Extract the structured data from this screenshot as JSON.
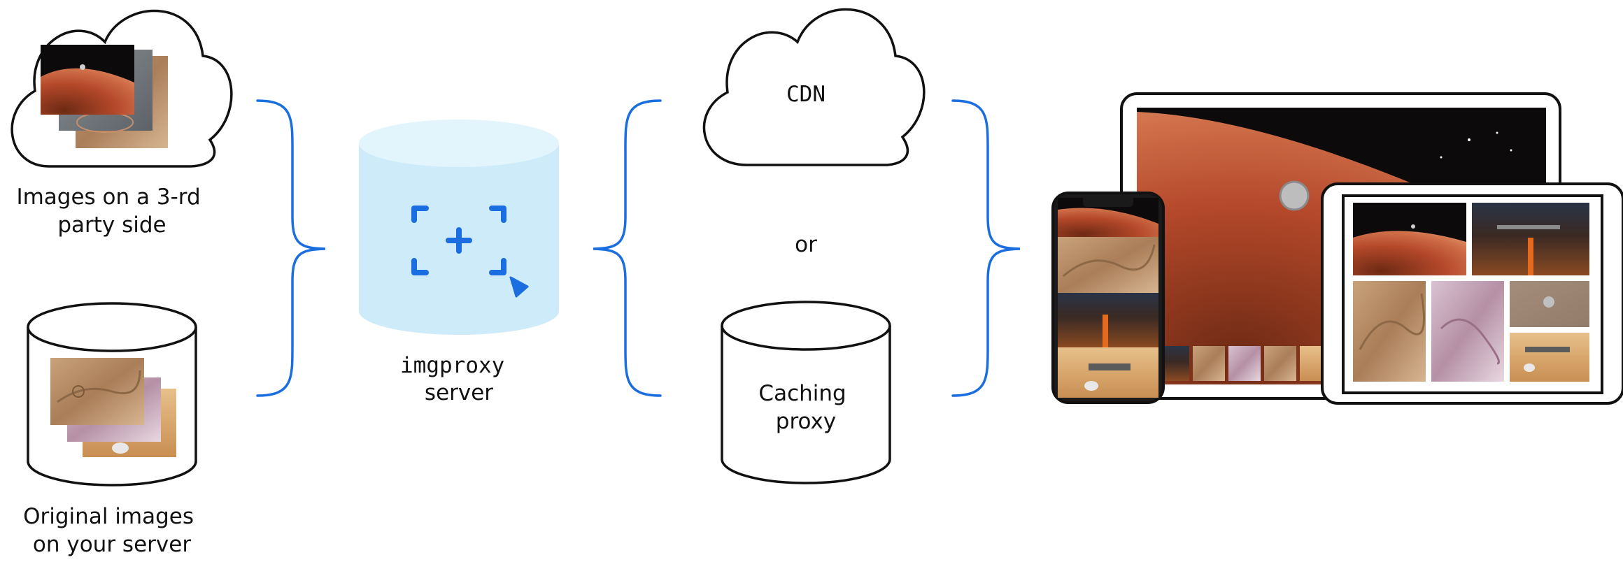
{
  "sources": {
    "third_party_label": [
      "Images on a 3-rd",
      "party side"
    ],
    "own_server_label": [
      "Original images",
      "on your server"
    ]
  },
  "imgproxy": {
    "label_line1": "imgproxy",
    "label_line2": "server"
  },
  "caching": {
    "cdn_label": "CDN",
    "or_label": "or",
    "proxy_label": [
      "Caching",
      "proxy"
    ]
  },
  "colors": {
    "accent": "#1a6ee0",
    "cylinder_fill": "#cdebf8",
    "cylinder_top": "#e2f4fc",
    "mars_red": "#b4482a",
    "space": "#0c0a0a"
  },
  "icons": {
    "imgproxy_logo": "crop-plus-cursor-icon",
    "third_party": "cloud-icon",
    "own_server": "database-icon",
    "cdn": "cloud-icon",
    "proxy": "database-icon",
    "devices": [
      "laptop-icon",
      "phone-icon",
      "tablet-icon"
    ]
  }
}
